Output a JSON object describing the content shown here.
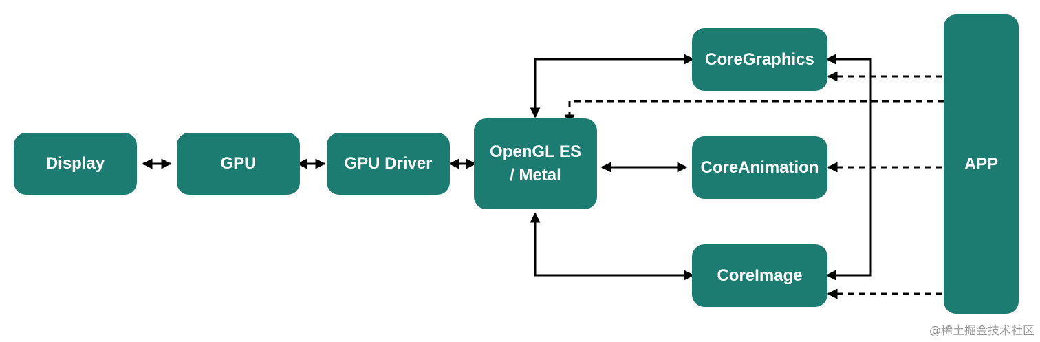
{
  "colors": {
    "node_fill": "#1c7c72",
    "node_text": "#ffffff",
    "arrow": "#000000",
    "watermark": "#9a9a9a"
  },
  "nodes": {
    "display": "Display",
    "gpu": "GPU",
    "gpu_driver": "GPU Driver",
    "opengl_metal": "OpenGL ES\n/ Metal",
    "coregraphics": "CoreGraphics",
    "coreanimation": "CoreAnimation",
    "coreimage": "CoreImage",
    "app": "APP"
  },
  "edges": [
    {
      "from": "display",
      "to": "gpu",
      "style": "solid",
      "direction": "both"
    },
    {
      "from": "gpu",
      "to": "gpu_driver",
      "style": "solid",
      "direction": "both"
    },
    {
      "from": "gpu_driver",
      "to": "opengl_metal",
      "style": "solid",
      "direction": "both"
    },
    {
      "from": "opengl_metal",
      "to": "coregraphics",
      "style": "solid",
      "direction": "both"
    },
    {
      "from": "opengl_metal",
      "to": "coreanimation",
      "style": "solid",
      "direction": "both"
    },
    {
      "from": "opengl_metal",
      "to": "coreimage",
      "style": "solid",
      "direction": "both"
    },
    {
      "from": "coreimage",
      "to": "coregraphics",
      "style": "solid",
      "direction": "both"
    },
    {
      "from": "app",
      "to": "coregraphics",
      "style": "dashed",
      "direction": "forward"
    },
    {
      "from": "app",
      "to": "opengl_metal",
      "style": "dashed",
      "direction": "forward"
    },
    {
      "from": "app",
      "to": "coreanimation",
      "style": "dashed",
      "direction": "forward"
    },
    {
      "from": "app",
      "to": "coreimage",
      "style": "dashed",
      "direction": "forward"
    }
  ],
  "watermark": "@稀土掘金技术社区"
}
